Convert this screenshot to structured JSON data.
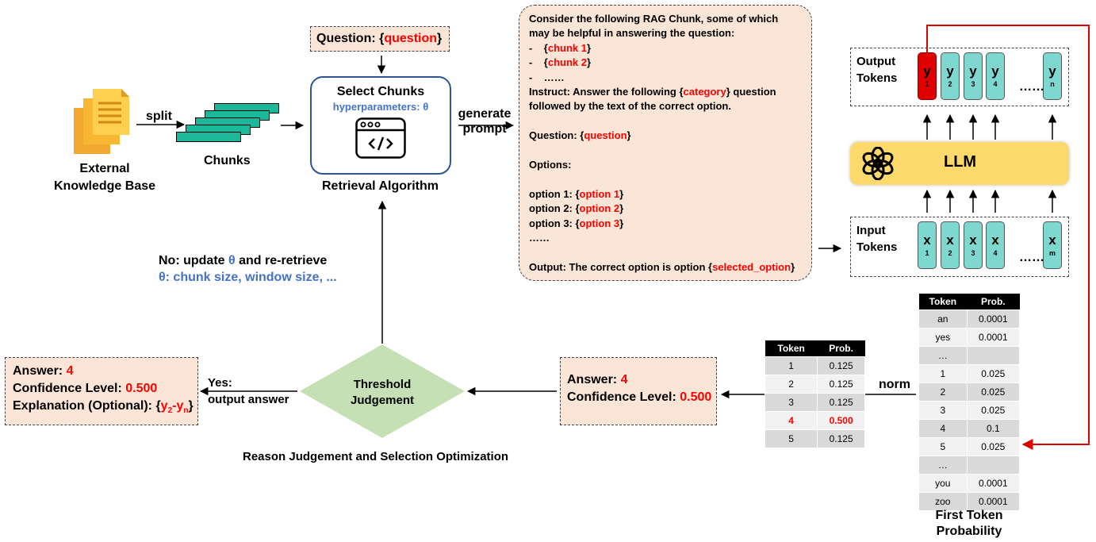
{
  "knowledge_base": {
    "line1": "External",
    "line2": "Knowledge Base"
  },
  "split_label": "split",
  "chunks_label": "Chunks",
  "question_box": {
    "prefix": "Question: {",
    "var": "question",
    "suffix": "}"
  },
  "retrieval": {
    "title": "Select Chunks",
    "hyper": "hyperparameters: θ",
    "caption": "Retrieval Algorithm"
  },
  "generate_prompt": {
    "line1": "generate",
    "line2": "prompt"
  },
  "prompt": {
    "intro1": "Consider the following RAG Chunk, some of which",
    "intro2": "may be helpful in answering the question:",
    "chunk1": "chunk 1",
    "chunk2": "chunk 2",
    "ellipsis6": "……",
    "instruct_prefix": "Instruct: Answer the following {",
    "category": "category",
    "instruct_suffix": "} question",
    "instruct_line2": "followed by the text of the correct option.",
    "question_prefix": "Question:  {",
    "question_var": "question",
    "options_label": "Options:",
    "opt1_prefix": "option 1: {",
    "opt1_var": "option 1",
    "opt2_prefix": "option 2: {",
    "opt2_var": "option 2",
    "opt3_prefix": "option 3: {",
    "opt3_var": "option 3",
    "output_prefix": "Output: The correct option is option {",
    "selected": "selected_option"
  },
  "output_tokens": {
    "label1": "Output",
    "label2": "Tokens",
    "items": [
      {
        "main": "y",
        "sub": "1",
        "highlight": true
      },
      {
        "main": "y",
        "sub": "2"
      },
      {
        "main": "y",
        "sub": "3"
      },
      {
        "main": "y",
        "sub": "4"
      },
      {
        "main": "y",
        "sub": "n"
      }
    ],
    "dots": "……"
  },
  "llm_label": "LLM",
  "input_tokens": {
    "label1": "Input",
    "label2": "Tokens",
    "items": [
      {
        "main": "x",
        "sub": "1"
      },
      {
        "main": "x",
        "sub": "2"
      },
      {
        "main": "x",
        "sub": "3"
      },
      {
        "main": "x",
        "sub": "4"
      },
      {
        "main": "x",
        "sub": "m"
      }
    ],
    "dots": "……"
  },
  "first_token_table": {
    "headers": [
      "Token",
      "Prob."
    ],
    "rows": [
      [
        "an",
        "0.0001"
      ],
      [
        "yes",
        "0.0001"
      ],
      [
        "…",
        ""
      ],
      [
        "1",
        "0.025"
      ],
      [
        "2",
        "0.025"
      ],
      [
        "3",
        "0.025"
      ],
      [
        "4",
        "0.1"
      ],
      [
        "5",
        "0.025"
      ],
      [
        "…",
        ""
      ],
      [
        "you",
        "0.0001"
      ],
      [
        "zoo",
        "0.0001"
      ]
    ],
    "caption1": "First Token",
    "caption2": "Probability"
  },
  "norm_label": "norm",
  "norm_table": {
    "headers": [
      "Token",
      "Prob."
    ],
    "rows": [
      [
        "1",
        "0.125"
      ],
      [
        "2",
        "0.125"
      ],
      [
        "3",
        "0.125"
      ],
      [
        "4",
        "0.500"
      ],
      [
        "5",
        "0.125"
      ]
    ],
    "highlight_row": 3
  },
  "answer_mid": {
    "answer_prefix": "Answer: ",
    "answer": "4",
    "conf_prefix": "Confidence Level: ",
    "conf": "0.500"
  },
  "threshold": {
    "line1": "Threshold",
    "line2": "Judgement"
  },
  "yes_label": {
    "line1": "Yes:",
    "line2": "output answer"
  },
  "final_answer": {
    "answer_prefix": "Answer: ",
    "answer": "4",
    "conf_prefix": "Confidence Level: ",
    "conf": "0.500",
    "expl_prefix": "Explanation (Optional): {",
    "expl_y2": "y",
    "expl_sub2": "2",
    "expl_mid": "-y",
    "expl_subn": "n",
    "expl_suffix": "}"
  },
  "feedback": {
    "prefix": "No: update ",
    "theta": "θ",
    "suffix": " and re-retrieve",
    "line2": "θ: chunk size, window size, ..."
  },
  "section_caption": "Reason Judgement and Selection Optimization",
  "colors": {
    "red": "#ff0000",
    "blue": "#4472c4",
    "peach": "#fbe5d6",
    "teal": "#1bb99a",
    "llm_yellow": "#fcd96a",
    "diamond": "#c5e0b4",
    "token": "#7fd8d0"
  }
}
